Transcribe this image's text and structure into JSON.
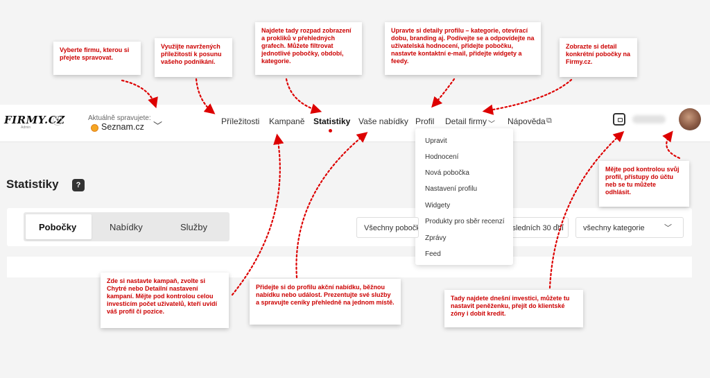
{
  "header": {
    "logo": "FIRMY.CZ",
    "logo_sub": "Admin",
    "managing_label": "Aktuálně spravujete:",
    "managing_value": "Seznam.cz",
    "nav": [
      "Příležitosti",
      "Kampaně",
      "Statistiky",
      "Vaše nabídky",
      "Profil",
      "Detail firmy",
      "Nápověda"
    ]
  },
  "dropdown": [
    "Upravit",
    "Hodnocení",
    "Nová pobočka",
    "Nastavení profilu",
    "Widgety",
    "Produkty pro sběr recenzí",
    "Zprávy",
    "Feed"
  ],
  "page": {
    "title": "Statistiky",
    "help": "?",
    "tabs": [
      "Pobočky",
      "Nabídky",
      "Služby"
    ],
    "filter_branches": "Všechny pobočky",
    "filter_period": "Posledních 30 dní",
    "filter_category": "všechny kategorie"
  },
  "callouts": {
    "firm": "Vyberte firmu, kterou si přejete spravovat.",
    "opportunities": "Využijte navržených příležitostí k posunu vašeho podnikání.",
    "stats": "Najdete tady rozpad zobrazení a prokliků v přehledných grafech. Můžete filtrovat jednotlivé pobočky, období, kategorie.",
    "profile": "Upravte si detaily profilu – kategorie, otevírací dobu, branding aj. Podívejte se a odpovídejte na uživatelská hodnocení, přidejte pobočku, nastavte kontaktní e-mail, přidejte widgety a feedy.",
    "detail": "Zobrazte si detail konkrétní pobočky na Firmy.cz.",
    "account": "Mějte pod kontrolou svůj profil, přístupy do účtu neb se tu můžete odhlásit.",
    "campaigns": "Zde si nastavte kampaň, zvolte si Chytré nebo Detailní nastavení kampaní. Mějte pod kontrolou celou investicím počet uživatelů, kteří uvidí váš profil či pozice.",
    "offers": "Přidejte si do profilu akční nabídku, běžnou nabídku nebo událost. Prezentujte své služby a spravujte ceníky přehledně na jednom místě.",
    "wallet": "Tady najdete dnešní investici, můžete tu nastavit peněženku, přejít do klientské zóny i dobít kredit."
  },
  "colors": {
    "accent": "#cc0000",
    "background": "#f4f4f4"
  }
}
